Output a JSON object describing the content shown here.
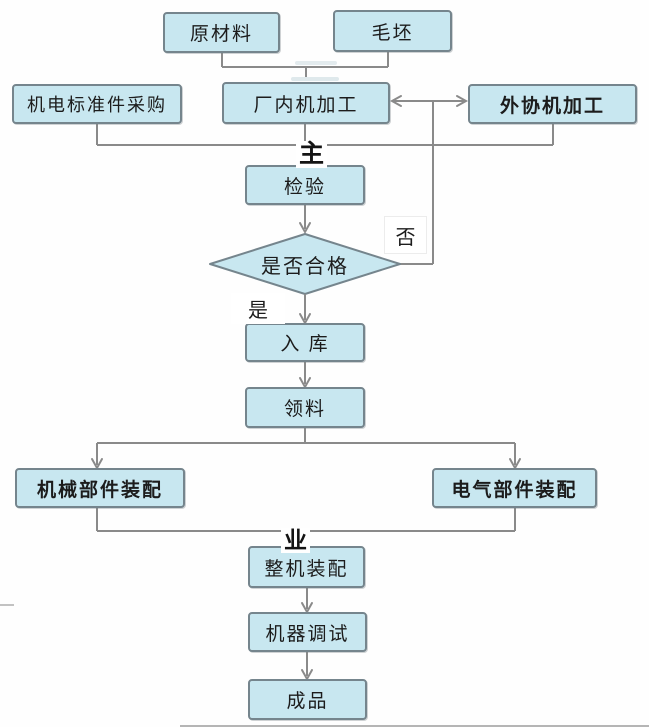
{
  "diagram": {
    "type": "flowchart",
    "language": "zh-CN",
    "colors": {
      "bg": "#fefefe",
      "node-fill": "#c8e7f0",
      "node-border": "#75858d",
      "line": "#8a8a8a",
      "text": "#1c1c1c"
    },
    "nodes": {
      "raw_material": {
        "label": "原材料"
      },
      "blank": {
        "label": "毛坯"
      },
      "std_parts_purchase": {
        "label": "机电标准件采购"
      },
      "in_house_machining": {
        "label": "厂内机加工"
      },
      "outsourced_machining": {
        "label": "外协机加工"
      },
      "inspection": {
        "label": "检验"
      },
      "qualified_decision": {
        "label": "是否合格"
      },
      "warehousing": {
        "label": "入 库"
      },
      "material_requisition": {
        "label": "领料"
      },
      "mechanical_assembly": {
        "label": "机械部件装配"
      },
      "electrical_assembly": {
        "label": "电气部件装配"
      },
      "final_assembly": {
        "label": "整机装配"
      },
      "machine_debugging": {
        "label": "机器调试"
      },
      "finished_product": {
        "label": "成品"
      }
    },
    "edge_labels": {
      "no": "否",
      "yes": "是"
    },
    "watermark_fragments": [
      "主",
      "业"
    ]
  }
}
